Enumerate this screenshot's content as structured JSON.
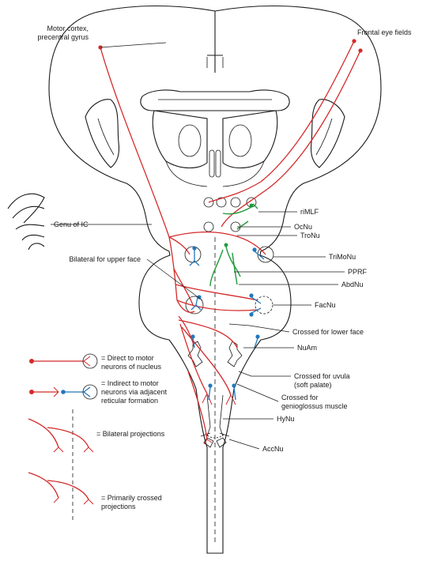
{
  "colors": {
    "direct": "#d42a2a",
    "indirect": "#2277bb",
    "reticular": "#1f9a3a",
    "outline": "#1a1a1a"
  },
  "labels": {
    "motor_cortex": [
      "Motor cortex,",
      "precentral gyrus"
    ],
    "frontal_eye_fields": "Frontal eye fields",
    "genu_ic": "Genu of IC",
    "rimlf": "riMLF",
    "ocnu": "OcNu",
    "tronu": "TroNu",
    "bilateral_upper_face": "Bilateral for upper face",
    "trimonu": "TriMoNu",
    "pprf": "PPRF",
    "abdnu": "AbdNu",
    "facnu": "FacNu",
    "crossed_lower_face": "Crossed for lower face",
    "nuam": "NuAm",
    "crossed_uvula": [
      "Crossed for uvula",
      "(soft palate)"
    ],
    "crossed_genioglossus": [
      "Crossed for",
      "genioglossus muscle"
    ],
    "hynu": "HyNu",
    "accnu": "AccNu"
  },
  "legend": {
    "direct": [
      "= Direct to motor",
      "neurons of nucleus"
    ],
    "indirect": [
      "= Indirect to motor",
      "neurons via adjacent",
      "reticular formation"
    ],
    "bilateral": "= Bilateral projections",
    "crossed": [
      "= Primarily crossed",
      "projections"
    ]
  }
}
